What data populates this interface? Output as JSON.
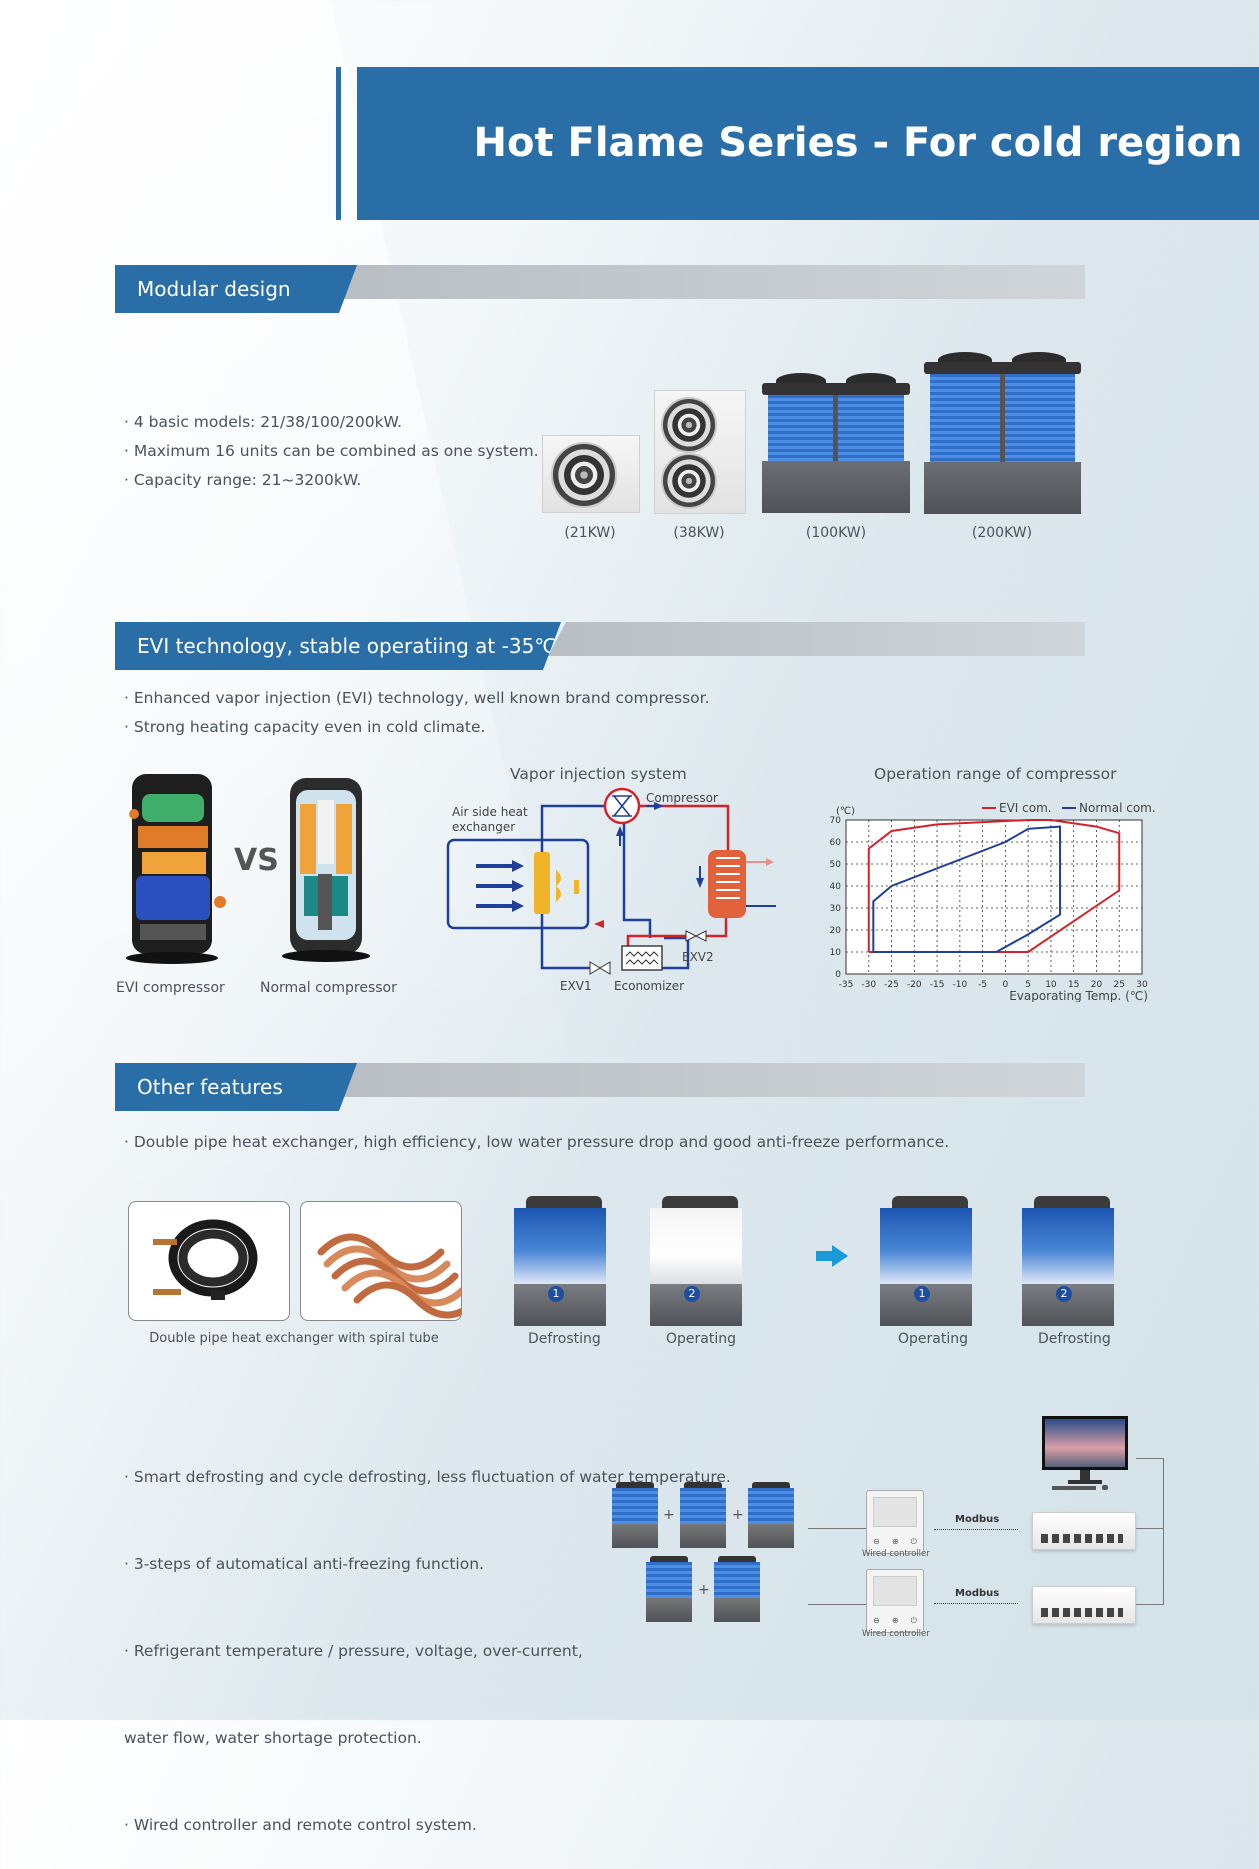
{
  "header": {
    "title": "Hot Flame Series - For cold region"
  },
  "modular": {
    "heading": "Modular design",
    "bullets": [
      "· 4 basic models: 21/38/100/200kW.",
      "· Maximum 16 units can be combined as one system.",
      "· Capacity range: 21~3200kW."
    ],
    "models": [
      "(21KW)",
      "(38KW)",
      "(100KW)",
      "(200KW)"
    ]
  },
  "evi": {
    "heading": "EVI technology,  stable operatiing at -35℃",
    "bullets": [
      "· Enhanced vapor injection (EVI) technology, well known brand compressor.",
      "· Strong heating capacity even in cold climate."
    ],
    "vs": "VS",
    "compressor_labels": [
      "EVI compressor",
      "Normal compressor"
    ],
    "vapor": {
      "title": "Vapor injection system",
      "labels": {
        "compressor": "Compressor",
        "air_side": "Air side heat",
        "air_side2": "exchanger",
        "exv1": "EXV1",
        "exv2": "EXV2",
        "economizer": "Economizer"
      }
    }
  },
  "chart_data": {
    "type": "line",
    "title": "Operation range of compressor",
    "xlabel": "Evaporating Temp. (℃)",
    "ylabel": "(℃)",
    "xlim": [
      -35,
      30
    ],
    "ylim": [
      0,
      70
    ],
    "xticks": [
      "-35",
      "-30",
      "-25",
      "-20",
      "-15",
      "-10",
      "-5",
      "0",
      "5",
      "10",
      "15",
      "20",
      "25",
      "30"
    ],
    "yticks": [
      "0",
      "10",
      "20",
      "30",
      "40",
      "50",
      "60",
      "70"
    ],
    "grid": true,
    "legend_position": "top-right",
    "series": [
      {
        "name": "EVI com.",
        "color": "#d2232a",
        "points": [
          [
            -30,
            10
          ],
          [
            -30,
            57
          ],
          [
            -25,
            65
          ],
          [
            -15,
            68
          ],
          [
            5,
            70
          ],
          [
            10,
            70
          ],
          [
            20,
            67
          ],
          [
            25,
            64
          ],
          [
            25,
            38
          ],
          [
            5,
            10
          ],
          [
            -30,
            10
          ]
        ]
      },
      {
        "name": "Normal com.",
        "color": "#1f3f99",
        "points": [
          [
            -29,
            10
          ],
          [
            -29,
            33
          ],
          [
            -25,
            40
          ],
          [
            0,
            60
          ],
          [
            5,
            66
          ],
          [
            12,
            67
          ],
          [
            12,
            27
          ],
          [
            5,
            18
          ],
          [
            -2,
            10
          ],
          [
            -29,
            10
          ]
        ]
      }
    ]
  },
  "other": {
    "heading": "Other features",
    "bullet1": "· Double pipe heat exchanger, high efficiency, low water pressure drop and good anti-freeze performance.",
    "hx_caption": "Double pipe heat exchanger with spiral tube",
    "defrost_labels": [
      "Defrosting",
      "Operating",
      "Operating",
      "Defrosting"
    ],
    "unit_numbers": [
      "1",
      "2",
      "1",
      "2"
    ],
    "bullets": [
      "· Smart defrosting and cycle defrosting, less fluctuation of water temperature.",
      "· 3-steps of automatical anti-freezing function.",
      "· Refrigerant temperature / pressure, voltage,  over-current,",
      "  water flow, water shortage protection.",
      "· Wired controller and remote control system."
    ],
    "network": {
      "plus": "+",
      "modbus": "Modbus",
      "wired_controller": "Wired controller"
    }
  },
  "colors": {
    "brand_blue": "#2a6ea8",
    "evi_red": "#d2232a",
    "normal_blue": "#1f3f99",
    "arrow_cyan": "#1a9ad6"
  }
}
